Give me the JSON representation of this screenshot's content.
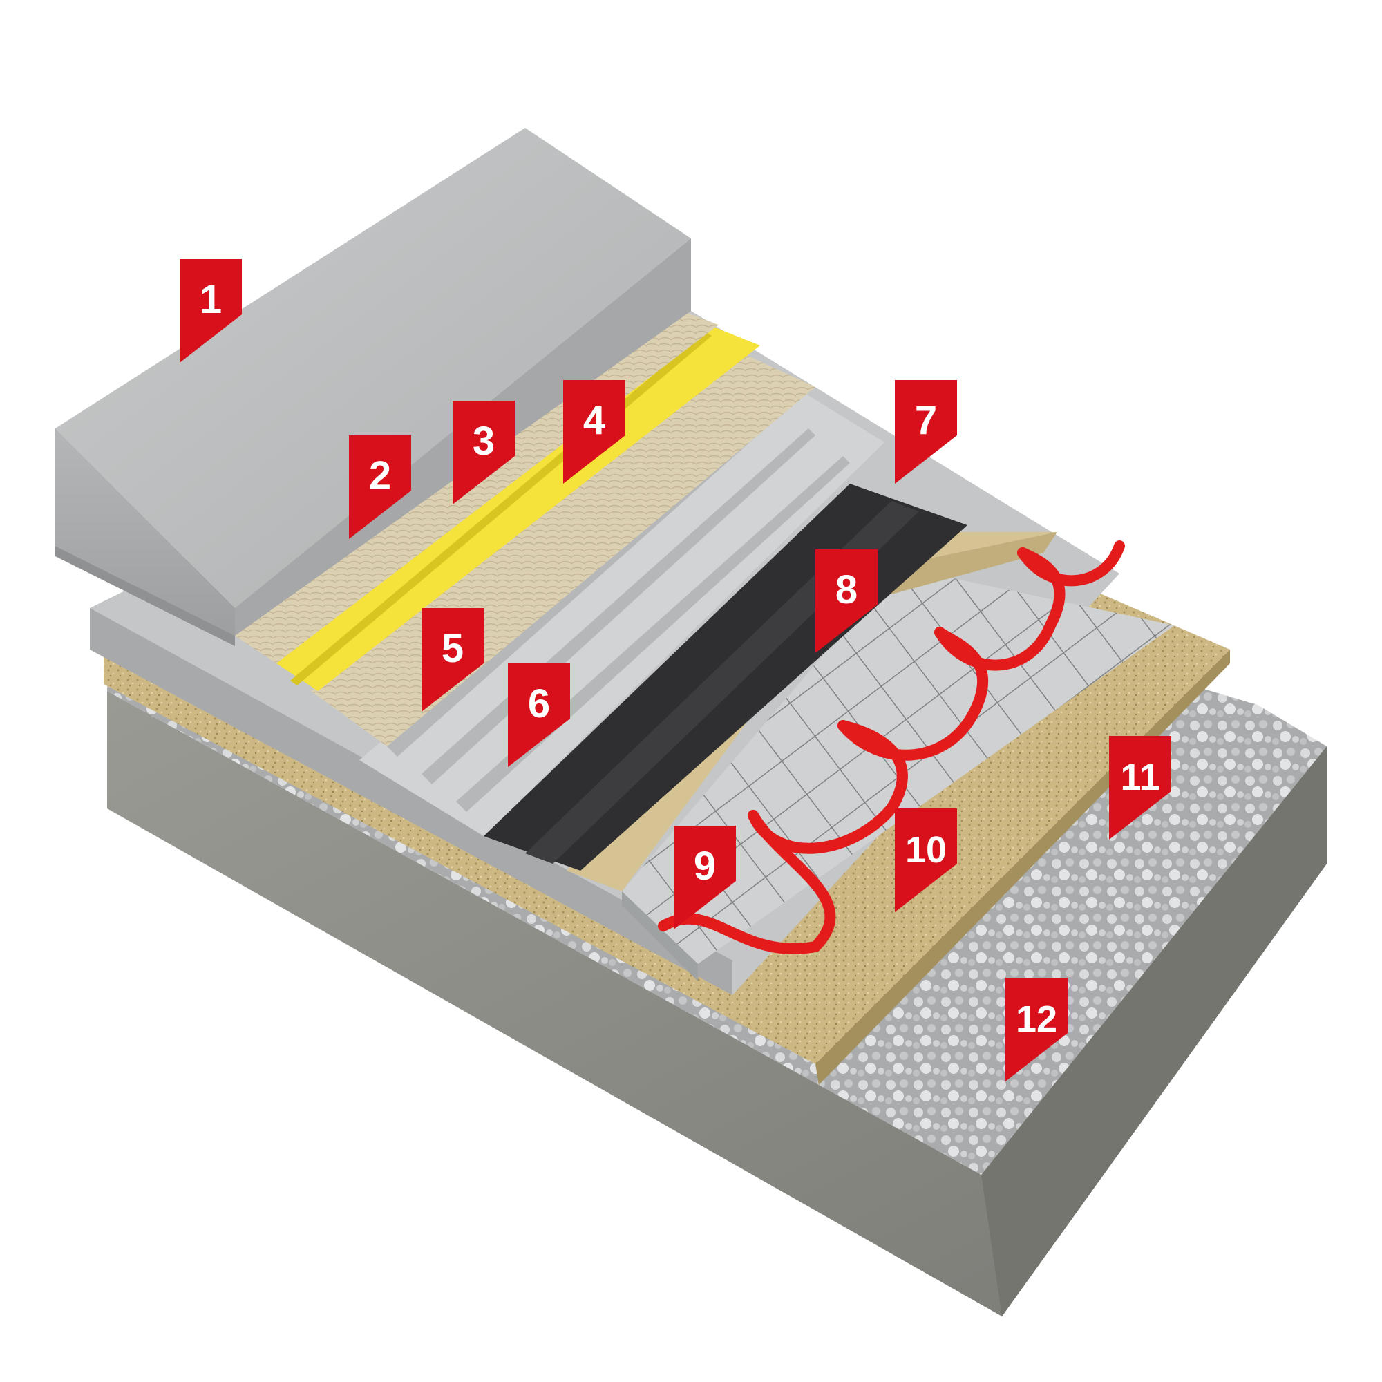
{
  "colors": {
    "marker": "#d8101b",
    "concrete": "#b9bbbc",
    "mineral_wool": "#d9ccae",
    "yellow_layer": "#f5e23a",
    "insulation_board": "#c8cacb",
    "membrane": "#2f2f31",
    "beige_layer": "#d6c393",
    "screed": "#c7c9ca",
    "heating_pipe": "#e31b1b",
    "sand": "#c9b47a",
    "gravel": "#c0c2c4",
    "soil": "#8a8a85"
  },
  "icons": {
    "marker": "callout-flag-icon",
    "pipe": "heating-pipe-loop-icon",
    "mesh": "reinforcement-mesh-icon"
  },
  "markers": [
    {
      "label": "1"
    },
    {
      "label": "2"
    },
    {
      "label": "3"
    },
    {
      "label": "4"
    },
    {
      "label": "5"
    },
    {
      "label": "6"
    },
    {
      "label": "7"
    },
    {
      "label": "8"
    },
    {
      "label": "9"
    },
    {
      "label": "10"
    },
    {
      "label": "11"
    },
    {
      "label": "12"
    }
  ]
}
